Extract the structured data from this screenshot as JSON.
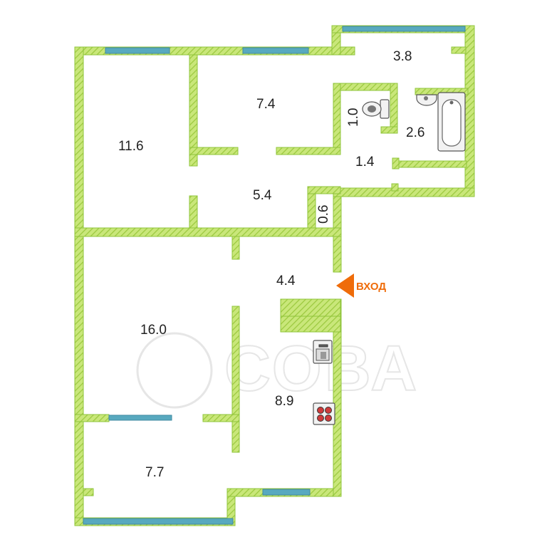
{
  "rooms": {
    "r11_6": "11.6",
    "r7_4": "7.4",
    "r3_8": "3.8",
    "r1_0": "1.0",
    "r2_6": "2.6",
    "r1_4": "1.4",
    "r5_4": "5.4",
    "r0_6": "0.6",
    "r4_4": "4.4",
    "r16_0": "16.0",
    "r8_9": "8.9",
    "r7_7": "7.7"
  },
  "entry": {
    "label": "ВХОД"
  },
  "watermark": {
    "text": "СОВА"
  },
  "colors": {
    "wall": "#b5dc55",
    "wall_edge": "#8fc43b",
    "window": "#58a9bf",
    "entry_arrow": "#ef6c0a"
  },
  "icons": [
    "toilet-icon",
    "sink-icon",
    "bathtub-icon",
    "stove-icon",
    "washing-machine-icon",
    "entry-arrow-icon"
  ]
}
